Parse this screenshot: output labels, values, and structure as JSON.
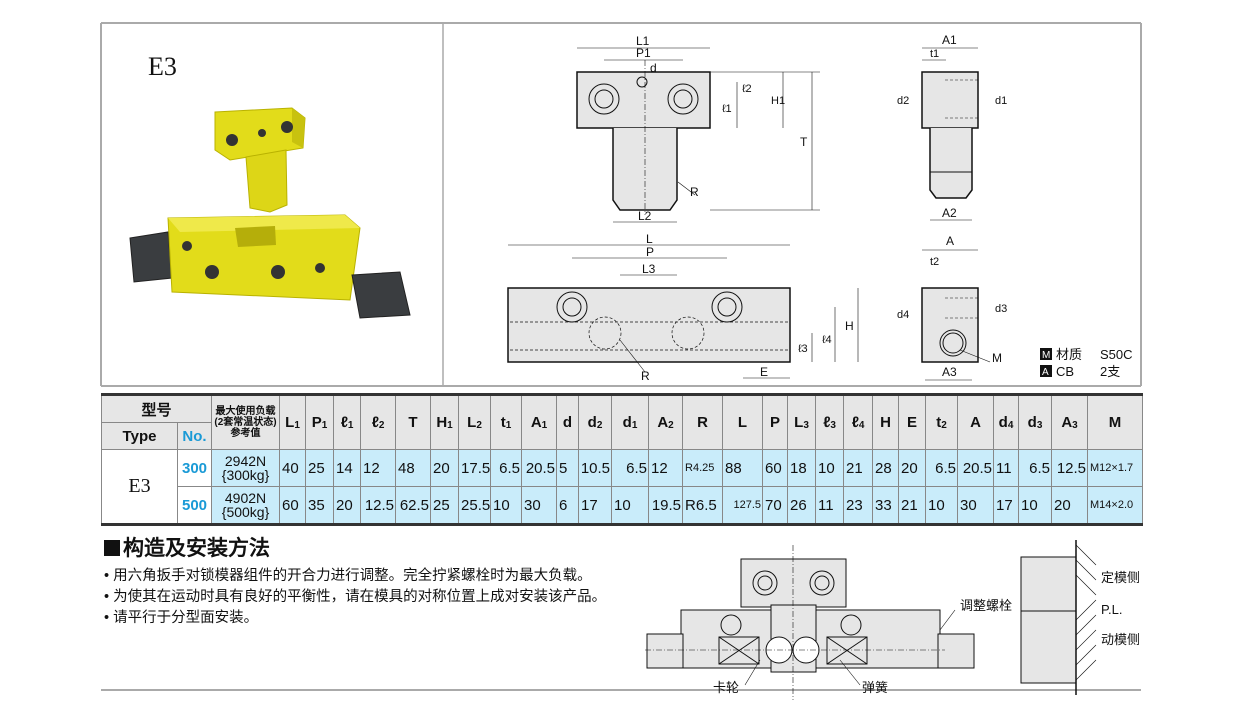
{
  "photo": {
    "label": "E3"
  },
  "drawings": {
    "top_view": {
      "L1": "L1",
      "P1": "P1",
      "d": "d",
      "l2": "ℓ2",
      "l1": "ℓ1",
      "H1": "H1",
      "T": "T",
      "R": "R",
      "L2": "L2"
    },
    "side_view": {
      "A1": "A1",
      "t1": "t1",
      "d2": "d2",
      "d1": "d1",
      "A2": "A2"
    },
    "bottom_view": {
      "L": "L",
      "P": "P",
      "L3": "L3",
      "H": "H",
      "l4": "ℓ4",
      "l3": "ℓ3",
      "E": "E",
      "R": "R"
    },
    "end_view": {
      "A": "A",
      "t2": "t2",
      "d4": "d4",
      "d3": "d3",
      "M": "M",
      "A3": "A3"
    },
    "legend": [
      {
        "badge": "M",
        "label": "材质",
        "value": "S50C"
      },
      {
        "badge": "A",
        "label": "CB",
        "value": "2支"
      }
    ]
  },
  "table": {
    "header": {
      "model": "型号",
      "type": "Type",
      "no": "No.",
      "load": [
        "最大使用负载",
        "(2套常温状态)",
        "参考值"
      ]
    },
    "columns": [
      [
        "L",
        "1"
      ],
      [
        "P",
        "1"
      ],
      [
        "ℓ",
        "1"
      ],
      [
        "ℓ",
        "2"
      ],
      [
        "T",
        ""
      ],
      [
        "H",
        "1"
      ],
      [
        "L",
        "2"
      ],
      [
        "t",
        "1"
      ],
      [
        "A",
        "1"
      ],
      [
        "d",
        ""
      ],
      [
        "d",
        "2"
      ],
      [
        "d",
        "1"
      ],
      [
        "A",
        "2"
      ],
      [
        "R",
        ""
      ],
      [
        "L",
        ""
      ],
      [
        "P",
        ""
      ],
      [
        "L",
        "3"
      ],
      [
        "ℓ",
        "3"
      ],
      [
        "ℓ",
        "4"
      ],
      [
        "H",
        ""
      ],
      [
        "E",
        ""
      ],
      [
        "t",
        "2"
      ],
      [
        "A",
        ""
      ],
      [
        "d",
        "4"
      ],
      [
        "d",
        "3"
      ],
      [
        "A",
        "3"
      ],
      [
        "M",
        ""
      ]
    ],
    "type": "E3",
    "rows": [
      {
        "no": "300",
        "load": [
          "2942N",
          "{300kg}"
        ],
        "values": [
          "40",
          "25",
          "14",
          "12",
          "48",
          "20",
          "17.5",
          "6.5",
          "20.5",
          "5",
          "10.5",
          "6.5",
          "12",
          "R4.25",
          "88",
          "60",
          "18",
          "10",
          "21",
          "28",
          "20",
          "6.5",
          "20.5",
          "11",
          "6.5",
          "12.5",
          "M12×1.7"
        ]
      },
      {
        "no": "500",
        "load": [
          "4902N",
          "{500kg}"
        ],
        "values": [
          "60",
          "35",
          "20",
          "12.5",
          "62.5",
          "25",
          "25.5",
          "10",
          "30",
          "6",
          "17",
          "10",
          "19.5",
          "R6.5",
          "127.5",
          "70",
          "26",
          "11",
          "23",
          "33",
          "21",
          "10",
          "30",
          "17",
          "10",
          "20",
          "M14×2.0"
        ]
      }
    ]
  },
  "method": {
    "title": "构造及安装方法",
    "items": [
      "用六角扳手对锁模器组件的开合力进行调整。完全拧紧螺栓时为最大负载。",
      "为使其在运动时具有良好的平衡性，请在模具的对称位置上成对安装该产品。",
      "请平行于分型面安装。"
    ]
  },
  "assembly": {
    "bolt": "调整螺栓",
    "roller": "卡轮",
    "spring": "弹簧",
    "fixed": "定模侧",
    "pl": "P.L.",
    "moving": "动模侧"
  }
}
